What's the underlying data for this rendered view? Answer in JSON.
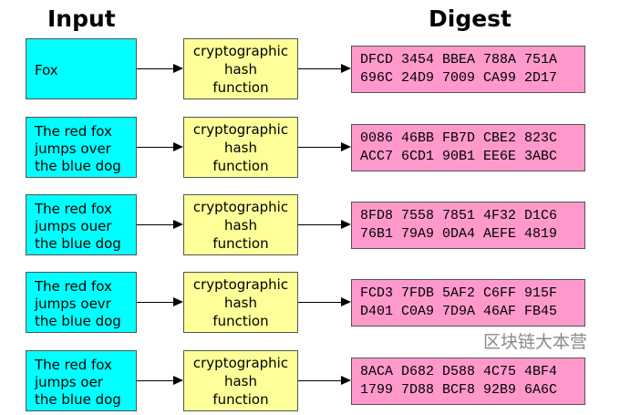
{
  "titles": {
    "input": "Input",
    "digest": "Digest"
  },
  "rows": [
    {
      "input": "Fox",
      "function": "cryptographic\nhash\nfunction",
      "digest": "DFCD 3454 BBEA 788A 751A\n696C 24D9 7009 CA99 2D17"
    },
    {
      "input": "The red fox\njumps over\nthe blue dog",
      "function": "cryptographic\nhash\nfunction",
      "digest": "0086 46BB FB7D CBE2 823C\nACC7 6CD1 90B1 EE6E 3ABC"
    },
    {
      "input": "The red fox\njumps ouer\nthe blue dog",
      "function": "cryptographic\nhash\nfunction",
      "digest": "8FD8 7558 7851 4F32 D1C6\n76B1 79A9 0DA4 AEFE 4819"
    },
    {
      "input": "The red fox\njumps oevr\nthe blue dog",
      "function": "cryptographic\nhash\nfunction",
      "digest": "FCD3 7FDB 5AF2 C6FF 915F\nD401 C0A9 7D9A 46AF FB45"
    },
    {
      "input": "The red fox\njumps oer\nthe blue dog",
      "function": "cryptographic\nhash\nfunction",
      "digest": "8ACA D682 D588 4C75 4BF4\n1799 7D88 BCF8 92B9 6A6C"
    }
  ],
  "watermark": "区块链大本营",
  "colors": {
    "input": "#00ffff",
    "function": "#ffff99",
    "digest": "#ff99cc"
  }
}
